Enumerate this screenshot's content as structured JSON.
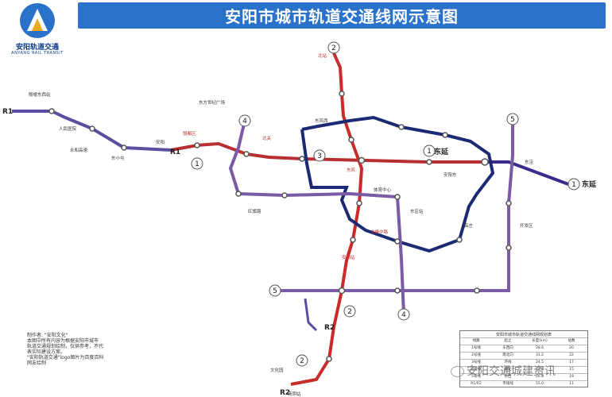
{
  "header": {
    "title": "安阳市城市轨道交通线网示意图"
  },
  "logo": {
    "cn": "安阳轨道交通",
    "en": "ANYANG RAIL TRANSIT"
  },
  "colors": {
    "header_bg": "#2a72c9",
    "line1": "#b72f32",
    "line2": "#c92a2a",
    "line3": "#1c2a73",
    "line4": "#7b5aa6",
    "line5": "#7b5aa6",
    "station_ring": "#555555"
  },
  "line_labels": {
    "l1_west": "R1",
    "l1_mid": "R1",
    "l1_east_a": "1",
    "l1_east_b": "1",
    "l1_east_c": "1",
    "l1_east_c_text": "东延",
    "l1_b_text": "东延",
    "l2_top": "2",
    "l2_mid": "2",
    "l2_r2": "R2",
    "l2_r2b": "R2",
    "l2_bottom": "2",
    "l3_mark": "3",
    "l4_top": "4",
    "l4_bottom": "4",
    "l5_top": "5",
    "l5_left": "5"
  },
  "stations": {
    "s1": "殷墟东西站",
    "s2": "东方世纪广场",
    "s3": "人民医院",
    "s4": "永和高速",
    "s5": "安阳",
    "s6": "东小屯",
    "s7": "殷都区",
    "s8": "北关",
    "s9": "东风西",
    "s10": "东风",
    "s11": "安阳东",
    "s12": "高庄",
    "s13": "东洼",
    "s14": "体育中心",
    "s15": "文峰中路",
    "s16": "安阳站",
    "s17": "北站",
    "s18": "东区站",
    "s19": "开发区",
    "s20": "红旗路",
    "s21": "汤阴站",
    "s22": "文化园"
  },
  "note": {
    "lines": [
      "制作者: \"安阳文化\"",
      "本图中所有内容为根据安阳市城市",
      "轨道交通规划绘制，仅供参考，不代",
      "表实际建设方案。",
      "\"安阳轨道交通\"logo图片为百度百科",
      "网友绘制"
    ]
  },
  "legend": {
    "title": "安阳市城市轨道交通线网规划表",
    "rows": [
      [
        "线路",
        "起止",
        "长度(km)",
        "站数"
      ],
      [
        "1号线",
        "东西向",
        "28.6",
        "20"
      ],
      [
        "2号线",
        "南北向",
        "31.2",
        "22"
      ],
      [
        "3号线",
        "环线",
        "24.5",
        "17"
      ],
      [
        "4号线",
        "南北",
        "21.9",
        "15"
      ],
      [
        "5号线",
        "东西",
        "26.8",
        "19"
      ],
      [
        "R1/R2",
        "市域线",
        "55.0",
        "11"
      ]
    ]
  },
  "watermark": {
    "text": "安阳交通城建资讯"
  }
}
